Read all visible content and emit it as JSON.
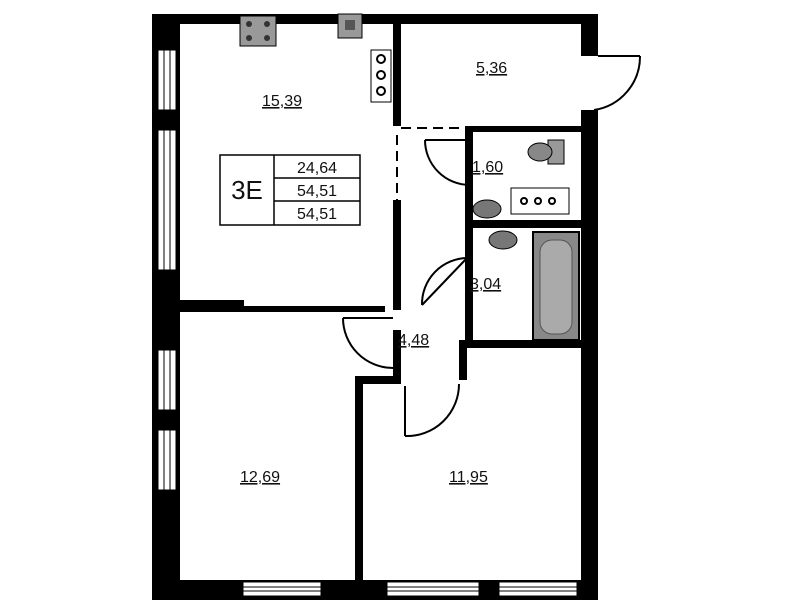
{
  "apartment": {
    "type_label": "3E",
    "areas": [
      "24,64",
      "54,51",
      "54,51"
    ]
  },
  "rooms": {
    "kitchen_living": "15,39",
    "storage": "5,36",
    "wc": "1,60",
    "bathroom": "3,04",
    "hall": "4,48",
    "bedroom_left": "12,69",
    "bedroom_right": "11,95"
  },
  "colors": {
    "wall": "#000000",
    "floor": "#ffffff",
    "fixture": "#888888"
  }
}
